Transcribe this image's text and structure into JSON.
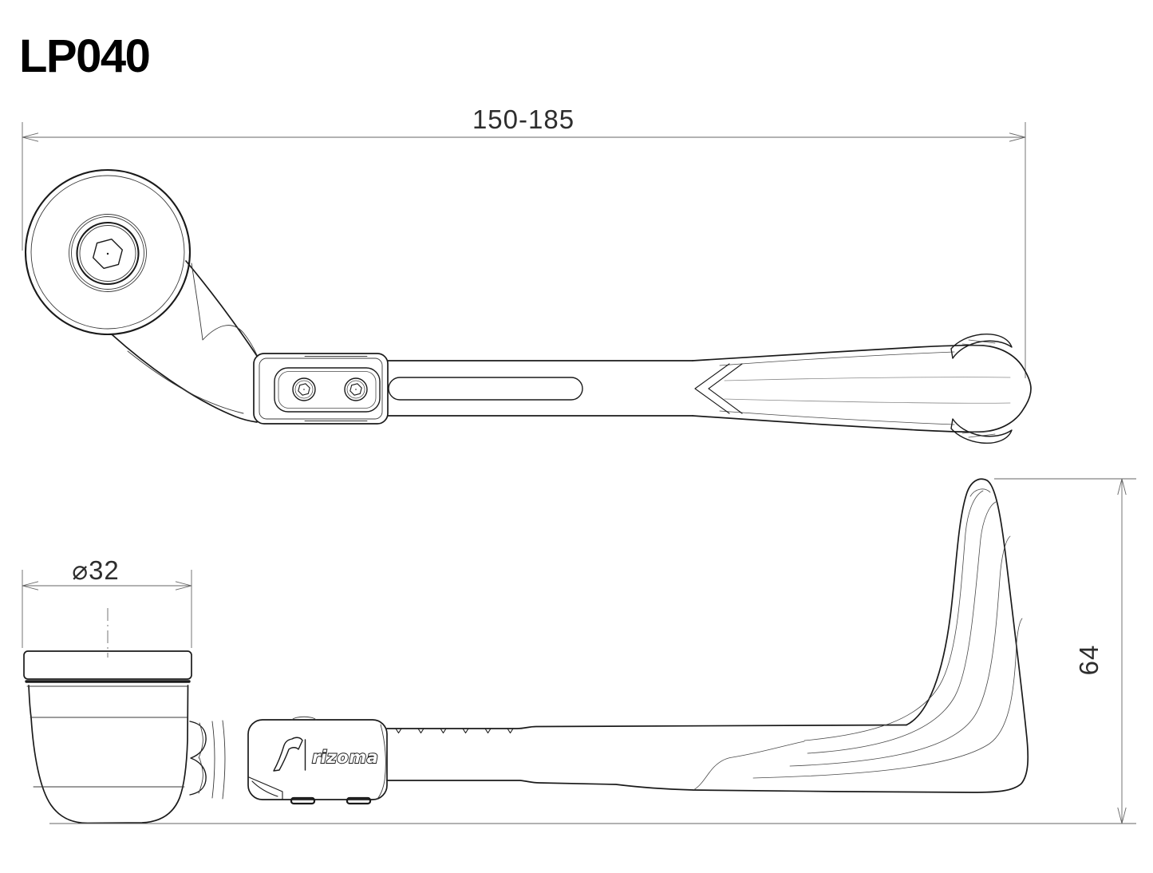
{
  "title": "LP040",
  "dimensions": {
    "length": "150-185",
    "diameter": "⌀32",
    "height": "64"
  },
  "brand": {
    "name": "rizoma"
  },
  "colors": {
    "background": "#ffffff",
    "part_line": "#1a1a1a",
    "dimension_line": "#666666",
    "dimension_text": "#2d2d2d"
  }
}
